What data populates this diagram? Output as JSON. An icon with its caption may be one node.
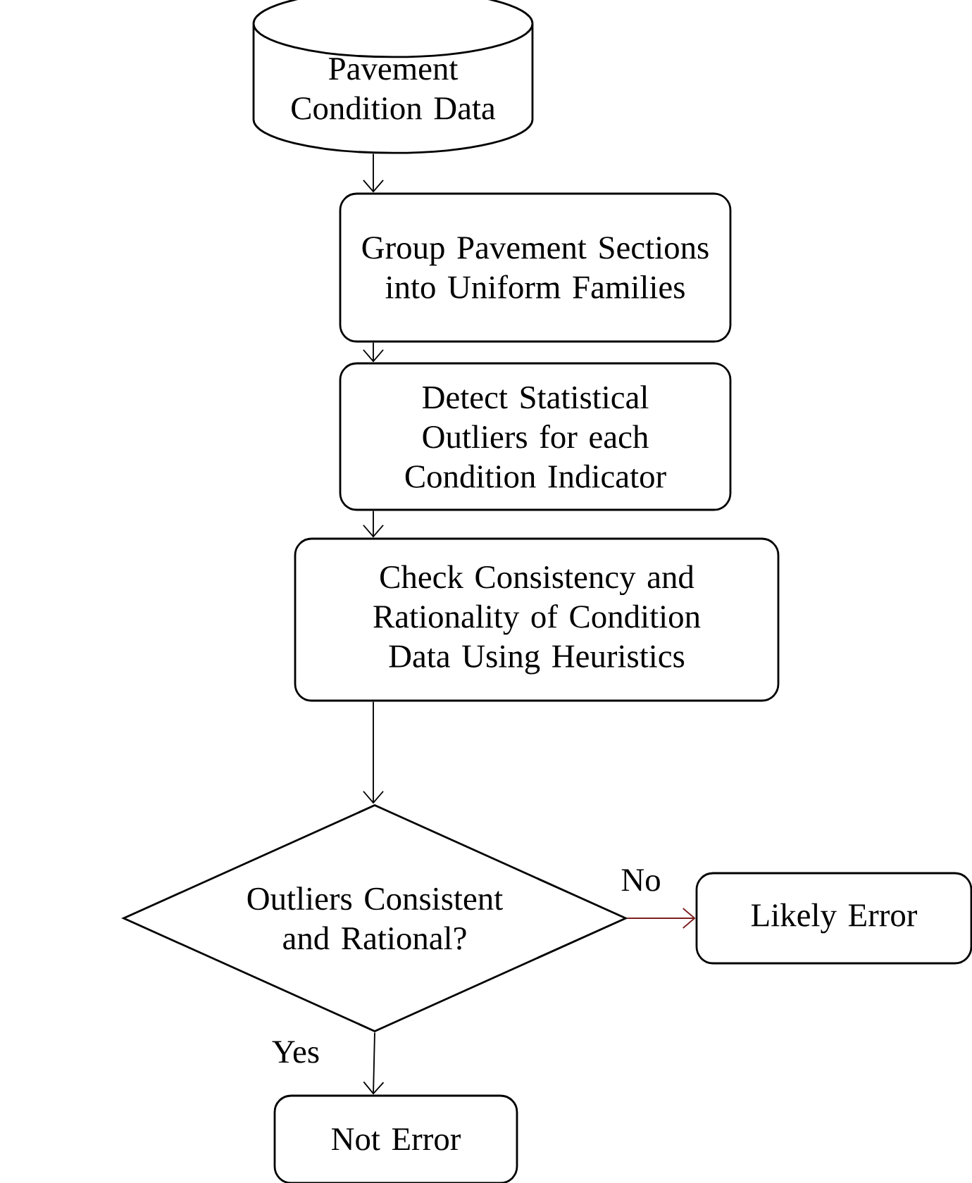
{
  "diagram": {
    "nodes": [
      {
        "text": [
          "Pavement Condition Data"
        ]
      },
      {
        "text": [
          "Group Pavement Sections into Uniform Families"
        ]
      },
      {
        "text": [
          "Detect  Statistical Outliers for each Condition Indicator"
        ]
      },
      {
        "text": [
          "Check Consistency and Rationality of Condition Data Using Heuristics"
        ]
      },
      {
        "text": [
          "Outliers Consistent and Rational?"
        ]
      },
      {
        "text": [
          "Likely Error"
        ]
      },
      {
        "text": [
          "Not Error"
        ]
      }
    ],
    "edges": [
      {
        "from": 0,
        "to": 1,
        "arrow": "to"
      },
      {
        "from": 1,
        "to": 2,
        "arrow": "to"
      },
      {
        "from": 2,
        "to": 3,
        "arrow": "to"
      },
      {
        "from": 3,
        "to": 4,
        "arrow": "to"
      },
      {
        "from": 4,
        "to": 5,
        "arrow": "to",
        "label": "No",
        "color": "#7b1f1f"
      },
      {
        "from": 4,
        "to": 6,
        "arrow": "to",
        "label": "Yes"
      }
    ]
  }
}
